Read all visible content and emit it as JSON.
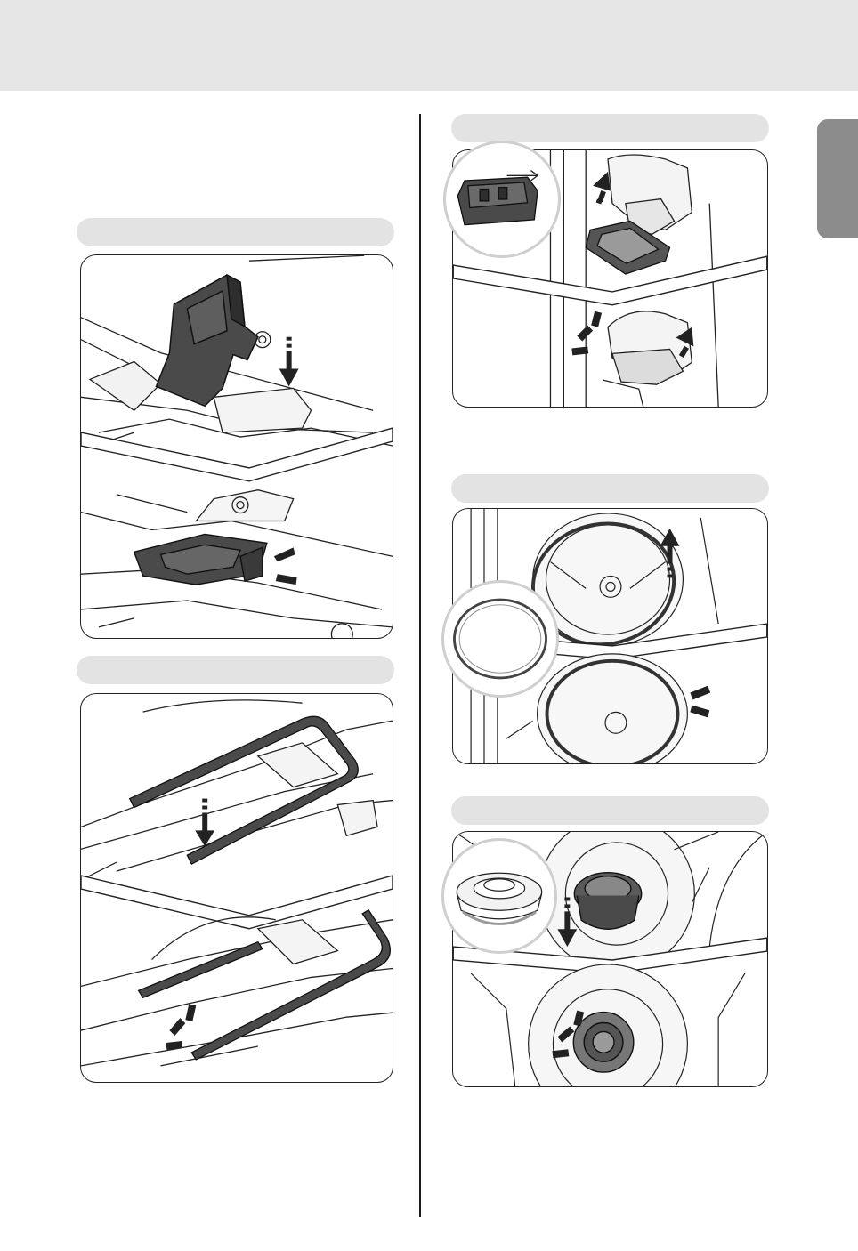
{
  "page": {
    "colors": {
      "header_band": "#e6e6e6",
      "step_bar": "#e3e3e3",
      "side_tab": "#8c8c8c",
      "line": "#222222",
      "part_dark": "#4a4a4a",
      "part_mid": "#8a8a8a"
    },
    "left_column": {
      "steps": [
        {
          "name": "step-bar-block",
          "illustration": [
            "block-insert-arrow",
            "block-seated-click"
          ]
        },
        {
          "name": "step-bar-ubar",
          "illustration": [
            "ubar-insert-arrow",
            "ubar-seated-click"
          ]
        }
      ]
    },
    "right_column": {
      "steps": [
        {
          "name": "step-bar-cap",
          "illustration": [
            "cap-detail-inset",
            "cap-lift-arrows",
            "cap-seated-click"
          ]
        },
        {
          "name": "step-bar-ring",
          "illustration": [
            "ring-detail-inset",
            "ring-lift-arrow",
            "ring-seated-click"
          ]
        },
        {
          "name": "step-bar-seal",
          "illustration": [
            "seal-detail-inset",
            "seal-insert-arrow",
            "seal-seated-click"
          ]
        }
      ]
    },
    "side_tab": {
      "label": ""
    }
  }
}
